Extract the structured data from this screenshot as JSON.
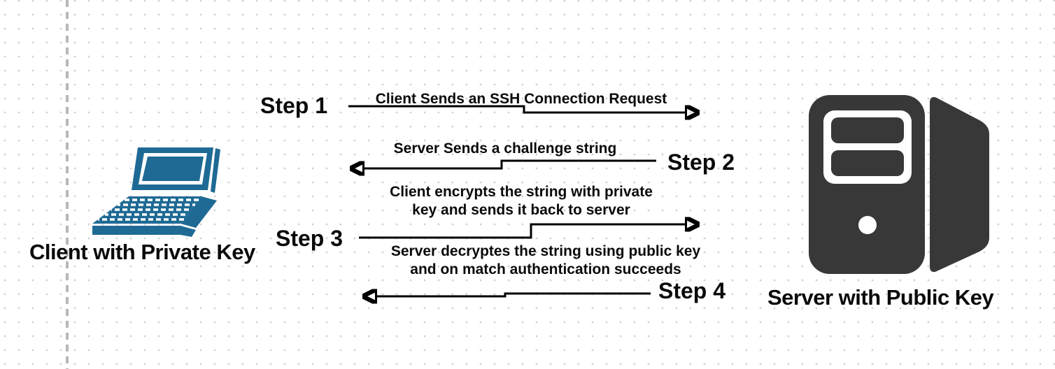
{
  "diagram": {
    "client": {
      "label": "Client with Private Key",
      "icon": "laptop-icon"
    },
    "server": {
      "label": "Server with Public Key",
      "icon": "server-icon"
    },
    "steps": [
      {
        "label": "Step 1",
        "direction": "client-to-server",
        "lines": [
          "Client Sends an SSH Connection Request"
        ]
      },
      {
        "label": "Step 2",
        "direction": "server-to-client",
        "lines": [
          "Server Sends a challenge string"
        ]
      },
      {
        "label": "Step 3",
        "direction": "client-to-server",
        "lines": [
          "Client encrypts the string with private",
          "key and sends it back to server"
        ]
      },
      {
        "label": "Step 4",
        "direction": "server-to-client",
        "lines": [
          "Server decryptes the string using public key",
          "and on match authentication succeeds"
        ]
      }
    ],
    "colors": {
      "laptop": "#1e6a95",
      "server": "#383838",
      "arrow": "#000000",
      "dots": "#d2d2d2",
      "dashline": "#b8b8b8",
      "text": "#0a0a0a"
    }
  }
}
